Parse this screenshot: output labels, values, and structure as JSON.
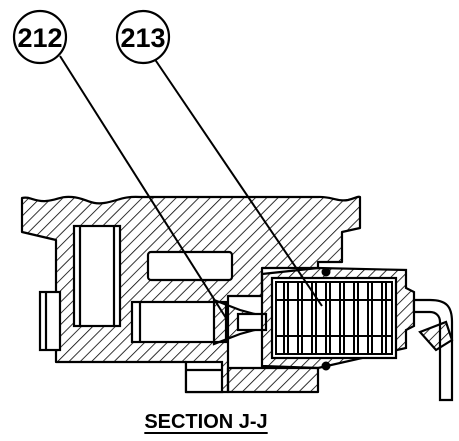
{
  "callouts": [
    {
      "label": "212"
    },
    {
      "label": "213"
    }
  ],
  "caption": "SECTION J-J",
  "colors": {
    "ink": "#000000",
    "paper": "#ffffff"
  }
}
